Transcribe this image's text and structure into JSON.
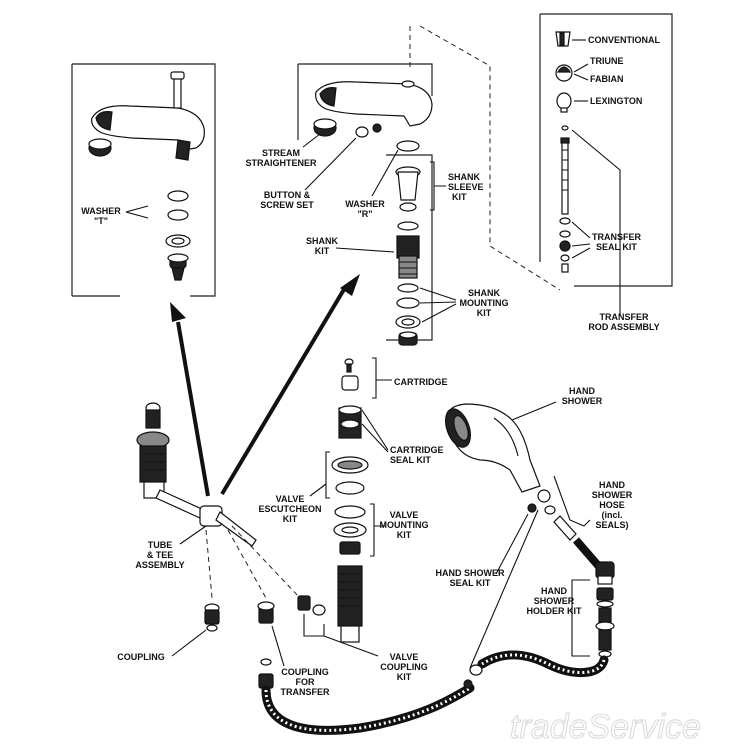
{
  "labels": {
    "washer_t": [
      "WASHER",
      "\"T\""
    ],
    "stream_straightener": [
      "STREAM",
      "STRAIGHTENER"
    ],
    "button_screw_set": [
      "BUTTON &",
      "SCREW SET"
    ],
    "washer_r": [
      "WASHER",
      "\"R\""
    ],
    "shank_sleeve_kit": [
      "SHANK",
      "SLEEVE",
      "KIT"
    ],
    "shank_kit": [
      "SHANK",
      "KIT"
    ],
    "shank_mounting_kit": [
      "SHANK",
      "MOUNTING",
      "KIT"
    ],
    "conventional": "CONVENTIONAL",
    "triune": "TRIUNE",
    "fabian": "FABIAN",
    "lexington": "LEXINGTON",
    "transfer_seal_kit": [
      "TRANSFER",
      "SEAL KIT"
    ],
    "transfer_rod_assembly": [
      "TRANSFER",
      "ROD ASSEMBLY"
    ],
    "cartridge": "CARTRIDGE",
    "cartridge_seal_kit": [
      "CARTRIDGE",
      "SEAL KIT"
    ],
    "hand_shower": [
      "HAND",
      "SHOWER"
    ],
    "valve_escutcheon_kit": [
      "VALVE",
      "ESCUTCHEON",
      "KIT"
    ],
    "valve_mounting_kit": [
      "VALVE",
      "MOUNTING",
      "KIT"
    ],
    "hand_shower_hose": [
      "HAND",
      "SHOWER",
      "HOSE",
      "(incl.",
      "SEALS)"
    ],
    "tube_tee_assembly": [
      "TUBE",
      "& TEE",
      "ASSEMBLY"
    ],
    "hand_shower_seal_kit": [
      "HAND SHOWER",
      "SEAL KIT"
    ],
    "hand_shower_holder_kit": [
      "HAND",
      "SHOWER",
      "HOLDER KIT"
    ],
    "coupling": "COUPLING",
    "coupling_for_transfer": [
      "COUPLING",
      "FOR",
      "TRANSFER"
    ],
    "valve_coupling_kit": [
      "VALVE",
      "COUPLING",
      "KIT"
    ]
  },
  "watermark": "tradeService"
}
